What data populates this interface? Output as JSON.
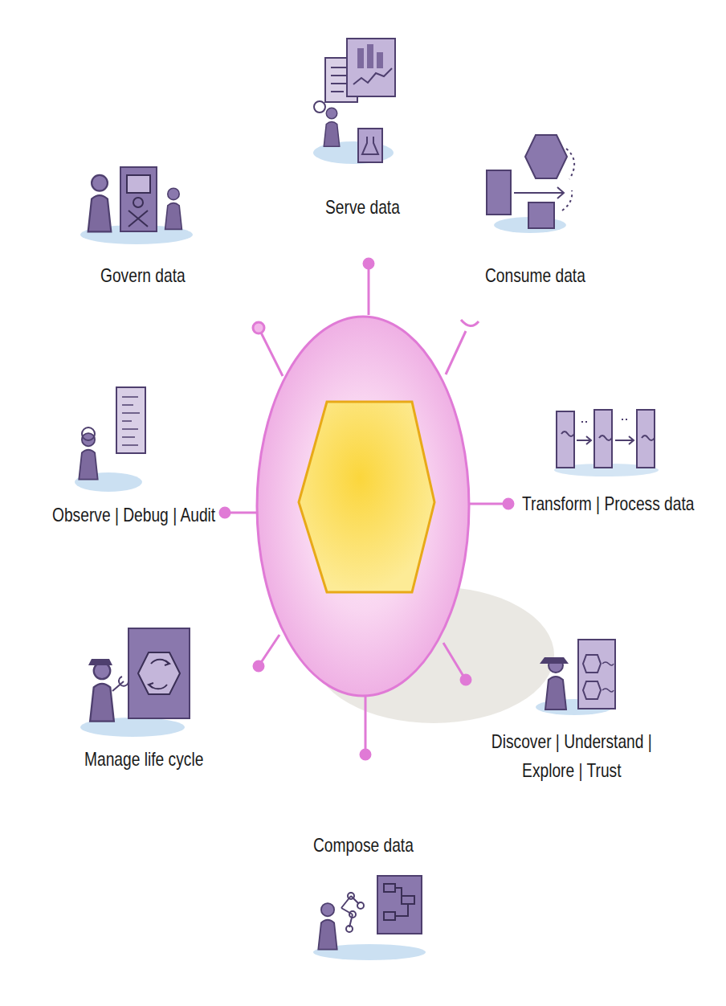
{
  "diagram": {
    "labels": [
      "Serve data",
      "Consume data",
      "Transform | Process data",
      "Discover | Understand | Explore | Trust",
      "Compose data",
      "Manage life cycle",
      "Observe | Debug | Audit",
      "Govern data"
    ]
  }
}
